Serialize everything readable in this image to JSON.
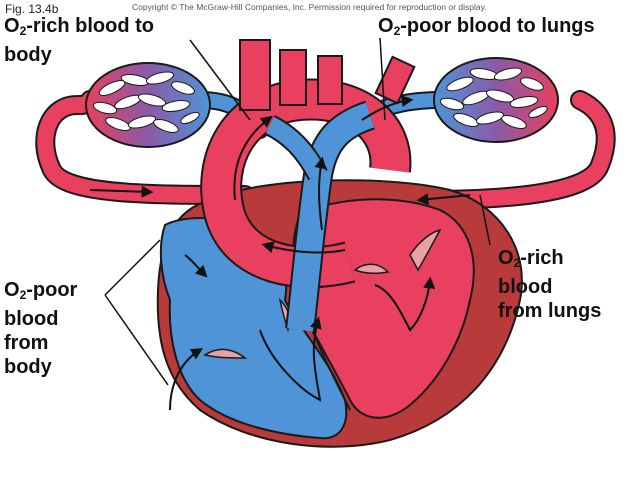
{
  "figure_label": "Fig. 13.4b",
  "copyright": "Copyright © The McGraw-Hill Companies, Inc. Permission required for reproduction or display.",
  "labels": {
    "rich_to_body": {
      "o": "O",
      "sub": "2",
      "line1": "-rich blood to",
      "line2": "body"
    },
    "poor_to_lungs": {
      "o": "O",
      "sub": "2",
      "line1": "-poor blood to lungs"
    },
    "rich_from_lungs": {
      "o": "O",
      "sub": "2",
      "line1": "-rich",
      "line2": "blood",
      "line3": "from lungs"
    },
    "poor_from_body": {
      "o": "O",
      "sub": "2",
      "line1": "-poor",
      "line2": "blood",
      "line3": "from",
      "line4": "body"
    }
  },
  "colors": {
    "oxygen_rich": "#e8405e",
    "oxygen_poor": "#4f94d6",
    "capillary_mix": "#8a5aa8",
    "heart_wall": "#b83a3a",
    "outline": "#1a1a1a"
  }
}
